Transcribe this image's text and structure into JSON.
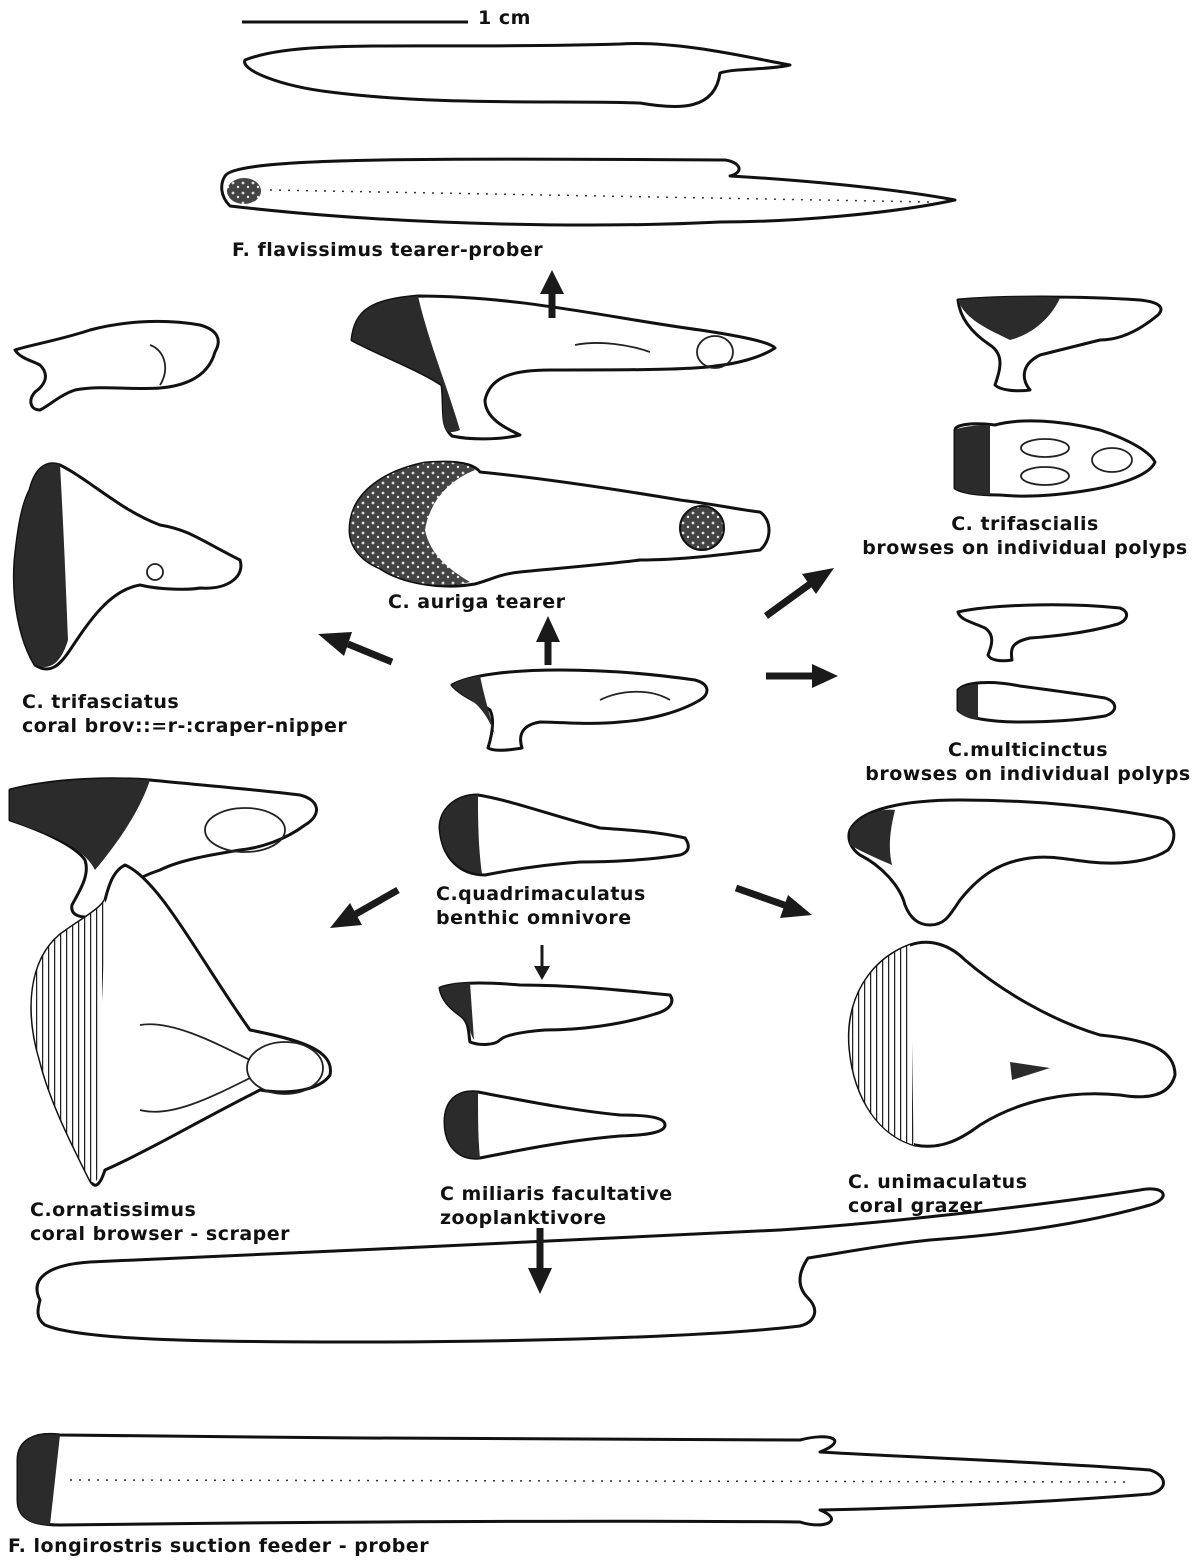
{
  "scale_bar": {
    "label": "1 cm"
  },
  "species": {
    "flavissimus": {
      "line1": "F. flavissimus   tearer-prober"
    },
    "auriga": {
      "line1": "C. auriga  tearer"
    },
    "trifasciatus": {
      "line1": "C. trifasciatus",
      "line2": "coral brov::=r-:craper-nipper"
    },
    "trifascialis": {
      "line1": "C. trifascialis",
      "line2": "browses on individual polyps"
    },
    "multicinctus": {
      "line1": "C.multicinctus",
      "line2": "browses on individual polyps"
    },
    "quadrimaculatus": {
      "line1": "C.quadrimaculatus",
      "line2": "benthic  omnivore"
    },
    "ornatissimus": {
      "line1": "C.ornatissimus",
      "line2": "coral browser - scraper"
    },
    "miliaris": {
      "line1": "C miliaris facultative",
      "line2": "zooplanktivore"
    },
    "unimaculatus": {
      "line1": "C. unimaculatus",
      "line2": "coral  grazer"
    },
    "longirostris": {
      "line1": "F. longirostris  suction feeder - prober"
    }
  }
}
